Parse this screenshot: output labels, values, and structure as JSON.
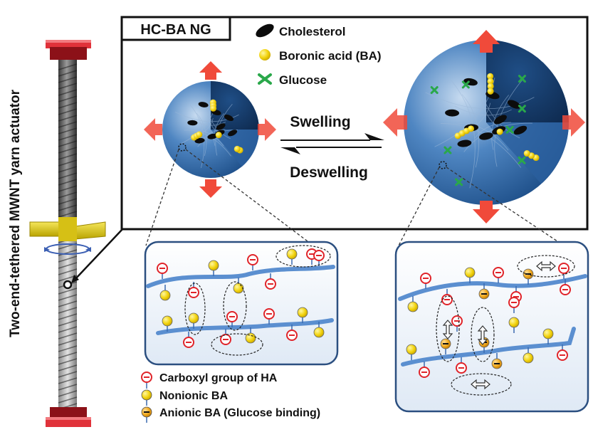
{
  "side_label": "Two-end-tethered MWNT yarn actuator",
  "panel_title": "HC-BA NG",
  "legend_top": [
    {
      "icon": "cholesterol-icon",
      "label": "Cholesterol"
    },
    {
      "icon": "boronic-acid-icon",
      "label": "Boronic acid (BA)"
    },
    {
      "icon": "glucose-icon",
      "label": "Glucose"
    }
  ],
  "transition": {
    "forward": "Swelling",
    "reverse": "Deswelling"
  },
  "legend_bottom": [
    {
      "icon": "carboxyl-group-icon",
      "label": "Carboxyl group of HA"
    },
    {
      "icon": "nonionic-ba-icon",
      "label": "Nonionic BA"
    },
    {
      "icon": "anionic-ba-icon",
      "label": "Anionic  BA (Glucose binding)"
    }
  ],
  "colors": {
    "nanogel_blue": "#2f6fb3",
    "chain_blue": "#5b8fd0",
    "ba_yellow": "#f2d30e",
    "anionic_orange": "#f0a91e",
    "carboxyl_red": "#e0242a",
    "arrow_red": "#f04a3a",
    "glucose_green": "#2aa84a",
    "cap_red": "#c8202a",
    "paddle_yellow": "#e8d21c"
  }
}
